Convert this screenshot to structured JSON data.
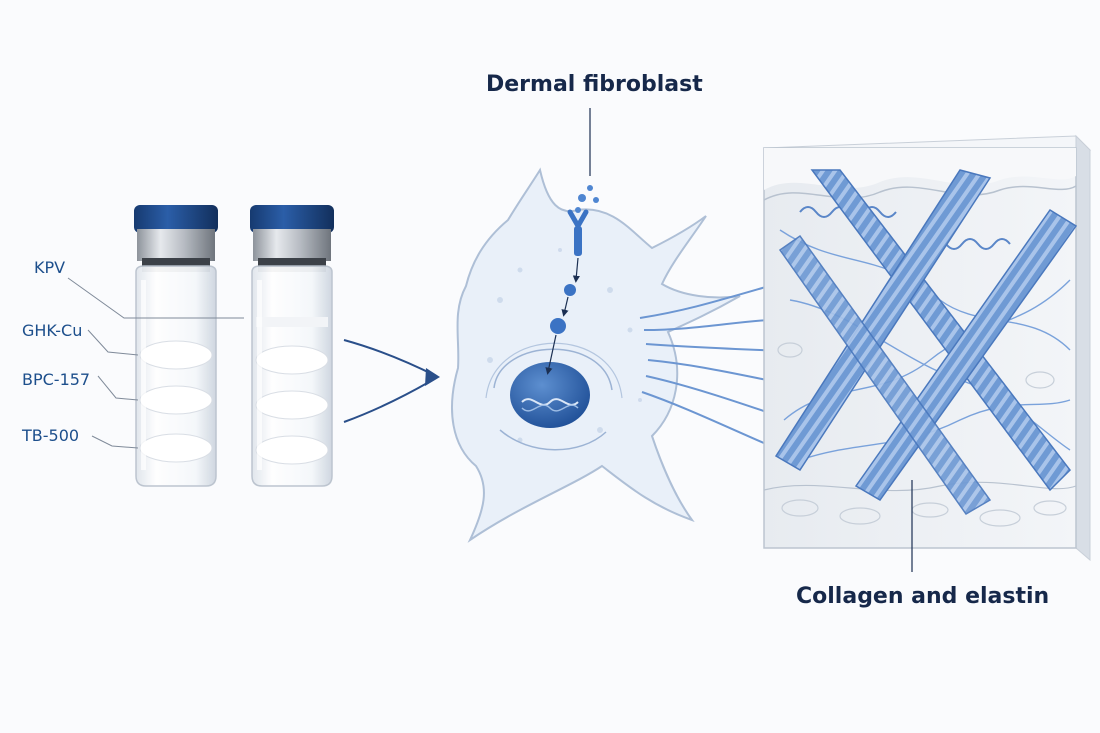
{
  "labels": {
    "fibroblast": "Dermal fibroblast",
    "matrix": "Collagen and elastin",
    "peptides": [
      "KPV",
      "GHK-Cu",
      "BPC-157",
      "TB-500"
    ]
  },
  "colors": {
    "navy_text": "#16284a",
    "label_blue": "#1d4f8c",
    "cap_blue": "#1e4b8e",
    "fiber_blue": "#5a86c8",
    "cell_fill": "#e9f0f9"
  }
}
